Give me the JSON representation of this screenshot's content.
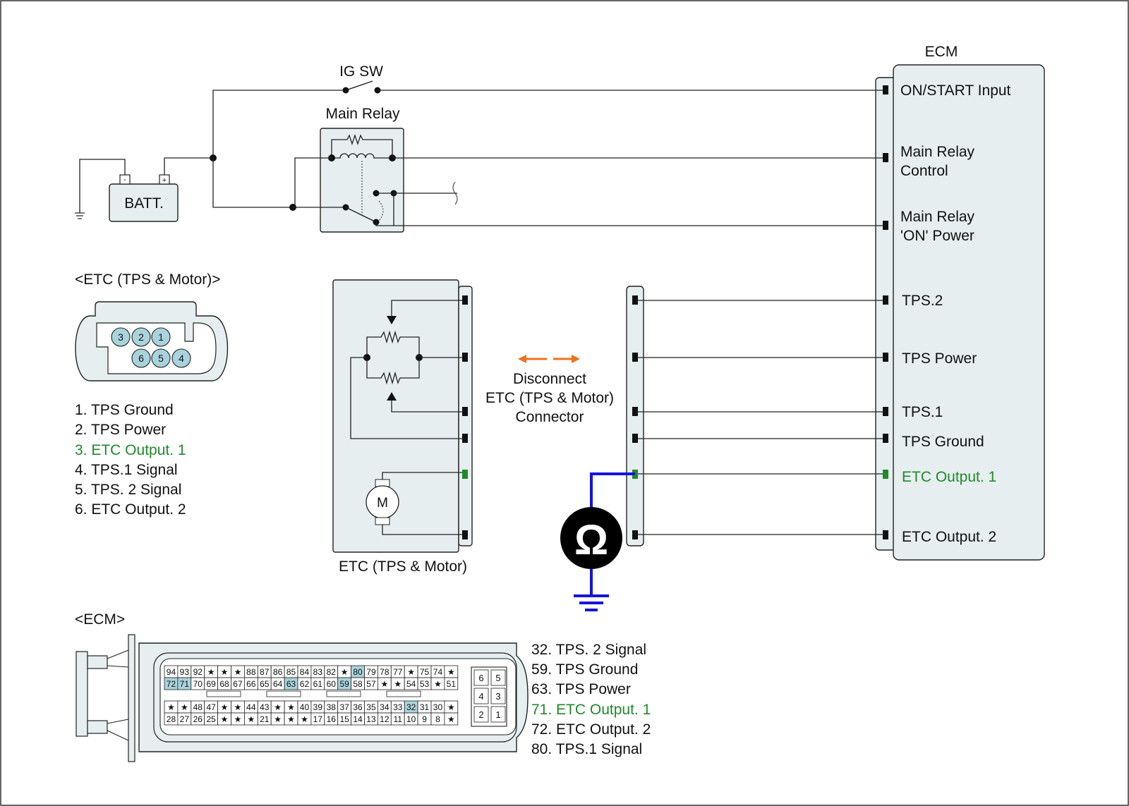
{
  "batt_label": "BATT.",
  "batt_minus": "-",
  "batt_plus": "+",
  "ig_sw_label": "IG SW",
  "main_relay_label": "Main Relay",
  "ecm_title": "ECM",
  "ecm_pins": {
    "on_start": "ON/START Input",
    "main_relay_control_1": "Main Relay",
    "main_relay_control_2": "Control",
    "main_relay_on_1": "Main Relay",
    "main_relay_on_2": "'ON' Power",
    "tps2": "TPS.2",
    "tps_power": "TPS Power",
    "tps1": "TPS.1",
    "tps_ground": "TPS Ground",
    "etc_output1": "ETC Output. 1",
    "etc_output2": "ETC Output. 2"
  },
  "etc_connector_title": "<ETC (TPS & Motor)>",
  "etc_pin_numbers": [
    "3",
    "2",
    "1",
    "6",
    "5",
    "4"
  ],
  "etc_pin_list": [
    "1. TPS Ground",
    "2. TPS Power",
    "3. ETC Output. 1",
    "4. TPS.1 Signal",
    "5. TPS. 2 Signal",
    "6. ETC Output. 2"
  ],
  "etc_component_label": "ETC (TPS & Motor)",
  "motor_label": "M",
  "disconnect_lines": [
    "Disconnect",
    "ETC (TPS & Motor)",
    "Connector"
  ],
  "ohm_symbol": "Ω",
  "ecm_connector_title": "<ECM>",
  "ecm_pin_list": [
    "32. TPS. 2 Signal",
    "59. TPS Ground",
    "63. TPS Power",
    "71. ETC Output. 1",
    "72. ETC Output. 2",
    "80. TPS.1 Signal"
  ],
  "ecm_rows": {
    "row1": [
      "94",
      "93",
      "92",
      "★",
      "★",
      "★",
      "88",
      "87",
      "86",
      "85",
      "84",
      "83",
      "82",
      "★",
      "80",
      "79",
      "78",
      "77",
      "★",
      "75",
      "74",
      "★"
    ],
    "row2": [
      "72",
      "71",
      "70",
      "69",
      "68",
      "67",
      "66",
      "65",
      "64",
      "63",
      "62",
      "61",
      "60",
      "59",
      "58",
      "57",
      "★",
      "★",
      "54",
      "53",
      "★",
      "51"
    ],
    "row3": [
      "★",
      "★",
      "48",
      "47",
      "★",
      "★",
      "44",
      "43",
      "★",
      "★",
      "40",
      "39",
      "38",
      "37",
      "36",
      "35",
      "34",
      "33",
      "32",
      "31",
      "30",
      "★"
    ],
    "row4": [
      "28",
      "27",
      "26",
      "25",
      "★",
      "★",
      "★",
      "21",
      "★",
      "★",
      "★",
      "17",
      "16",
      "15",
      "14",
      "13",
      "12",
      "11",
      "10",
      "9",
      "8",
      "★"
    ]
  },
  "ecm_highlight": [
    "80",
    "72",
    "71",
    "63",
    "59",
    "32"
  ],
  "ecm_small_pins": [
    "6",
    "5",
    "4",
    "3",
    "2",
    "1"
  ],
  "colors": {
    "highlight_pin": "#a9d3dc",
    "green_signal": "#1f8a2a",
    "meter_lead": "#1515e0",
    "arrow": "#f07020",
    "panel_fill": "#e6eeef"
  }
}
